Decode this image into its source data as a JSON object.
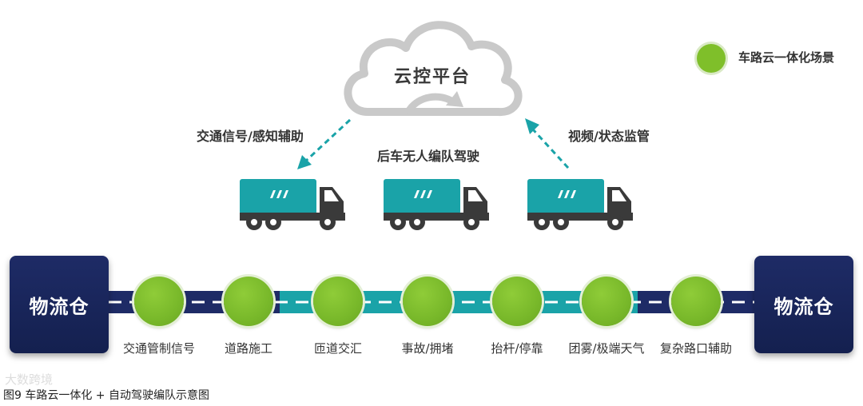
{
  "cloud": {
    "title": "云控平台"
  },
  "arrows": {
    "left_label": "交通信号/感知辅助",
    "right_label": "视频/状态监管",
    "center_label": "后车无人编队驾驶"
  },
  "legend": {
    "label": "车路云一体化场景"
  },
  "warehouses": {
    "left": "物流仓",
    "right": "物流仓"
  },
  "scenarios": [
    "交通管制信号",
    "道路施工",
    "匝道交汇",
    "事故/拥堵",
    "抬杆/停靠",
    "团雾/极端天气",
    "复杂路口辅助"
  ],
  "caption": "图9 车路云一体化 + 自动驾驶编队示意图",
  "watermark": "大数跨境",
  "colors": {
    "truck_cargo": "#1aa3a8",
    "truck_cab": "#3a3a3a",
    "scene_node": "#7fbf2a",
    "road_dark": "#1e2b66",
    "road_teal": "#1aa3a8",
    "warehouse": "#1e2b66",
    "arrow": "#1aa3a8"
  }
}
